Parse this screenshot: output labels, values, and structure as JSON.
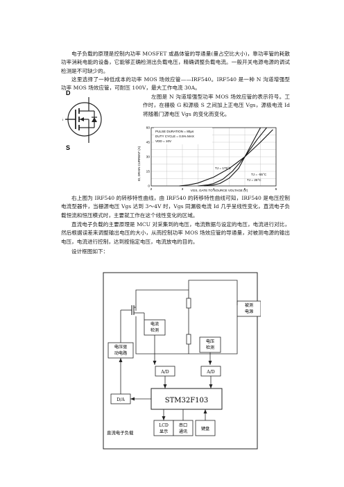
{
  "paragraphs": {
    "p1": "电子负载的原理是控制内功率 MOSFET 或晶体管的导通量(量占空比大小)，靠功率管的耗散功率消耗电能的设备，它能够正确检测出负载电压，精确调整负载电流。一般开关电源电源的调试检测是不可缺少的。",
    "p2": "这里选择了一种低成本的功率 MOS 场效应管——IRF540。IRF540 是一种 N 沟道增强型功率 MOS 场效应管，可耐压 100V，最大工作电流 30A。",
    "p3": "左图是 N 沟道增强型功率 MOS 场效应管的表示符号。工作时，在栅极 G 和源极 S 之间加上正电压 Vgs，源极电流 Id 将随着门源电压 Vgs 的变化而变化。",
    "p4": "右上图为 IRF540 的转移特性曲线，由 IRF540 的转移特性曲线可知，IRF540 是电压控制电流型器件，当栅源电压 Vgs 达到 3～4V 时，Vgs 同漏极电流 Id 几乎呈线性变化，直流电子负载恒流和恒压模式时，主要就工作在这个线性变化的区域。",
    "p5": "直流电子负载的主要原理是 MCU 对采集到的电压，电流数据与设定的电压，电流进行对比，然后根据误差来调整输出电压的大小，从而控制功率 MOS 场效应管的导通量，对被测电源的输出电压，电流进行控制，达到按指定电压，电流放电的目的。",
    "p6": "设计框图如下："
  },
  "mosfet_symbol": {
    "d": "D",
    "g": "G",
    "s": "S"
  },
  "chart_data": {
    "type": "line",
    "annotation": [
      "PULSE DURATION = 80μs",
      "DUTY CYCLE = 0.5% MAX",
      "VDD = 10V"
    ],
    "xlabel": "VGS, GATE TO SOURCE VOLTAGE (V)",
    "ylabel": "ID, DRAIN CURRENT (A)",
    "xlim": [
      2,
      6
    ],
    "ylim": [
      0,
      60
    ],
    "xticks": [
      "2",
      "3",
      "4",
      "5",
      "6"
    ],
    "yticks": [
      "0",
      "15",
      "30",
      "45",
      "60"
    ],
    "grid": true,
    "series": [
      {
        "name": "TJ = 175°C",
        "x": [
          2.9,
          3.2,
          3.5,
          4.0,
          4.5,
          5.0,
          5.5,
          5.9
        ],
        "y": [
          0,
          1,
          3,
          9,
          18,
          30,
          45,
          58
        ]
      },
      {
        "name": "TJ = 25°C",
        "x": [
          3.5,
          3.8,
          4.0,
          4.3,
          4.6,
          5.0,
          5.4,
          5.7
        ],
        "y": [
          0,
          1,
          2.5,
          7,
          15,
          30,
          48,
          60
        ]
      },
      {
        "name": "TJ = -55°C",
        "x": [
          3.7,
          4.0,
          4.2,
          4.5,
          4.8,
          5.0,
          5.3,
          5.5
        ],
        "y": [
          0,
          1,
          2.5,
          8,
          18,
          30,
          48,
          60
        ]
      }
    ]
  },
  "diagram": {
    "dut_power": "被测电源",
    "current_sense": "电流检测",
    "voltage_sense": "电压检测",
    "driver": "电压驱动电路",
    "adc1": "A/D",
    "adc2": "A/D",
    "dac": "D/A",
    "mcu": "STM32F103",
    "lcd": "LCD显示",
    "serial": "串口通讯",
    "keyboard": "键盘",
    "caption": "直流电子负载"
  }
}
